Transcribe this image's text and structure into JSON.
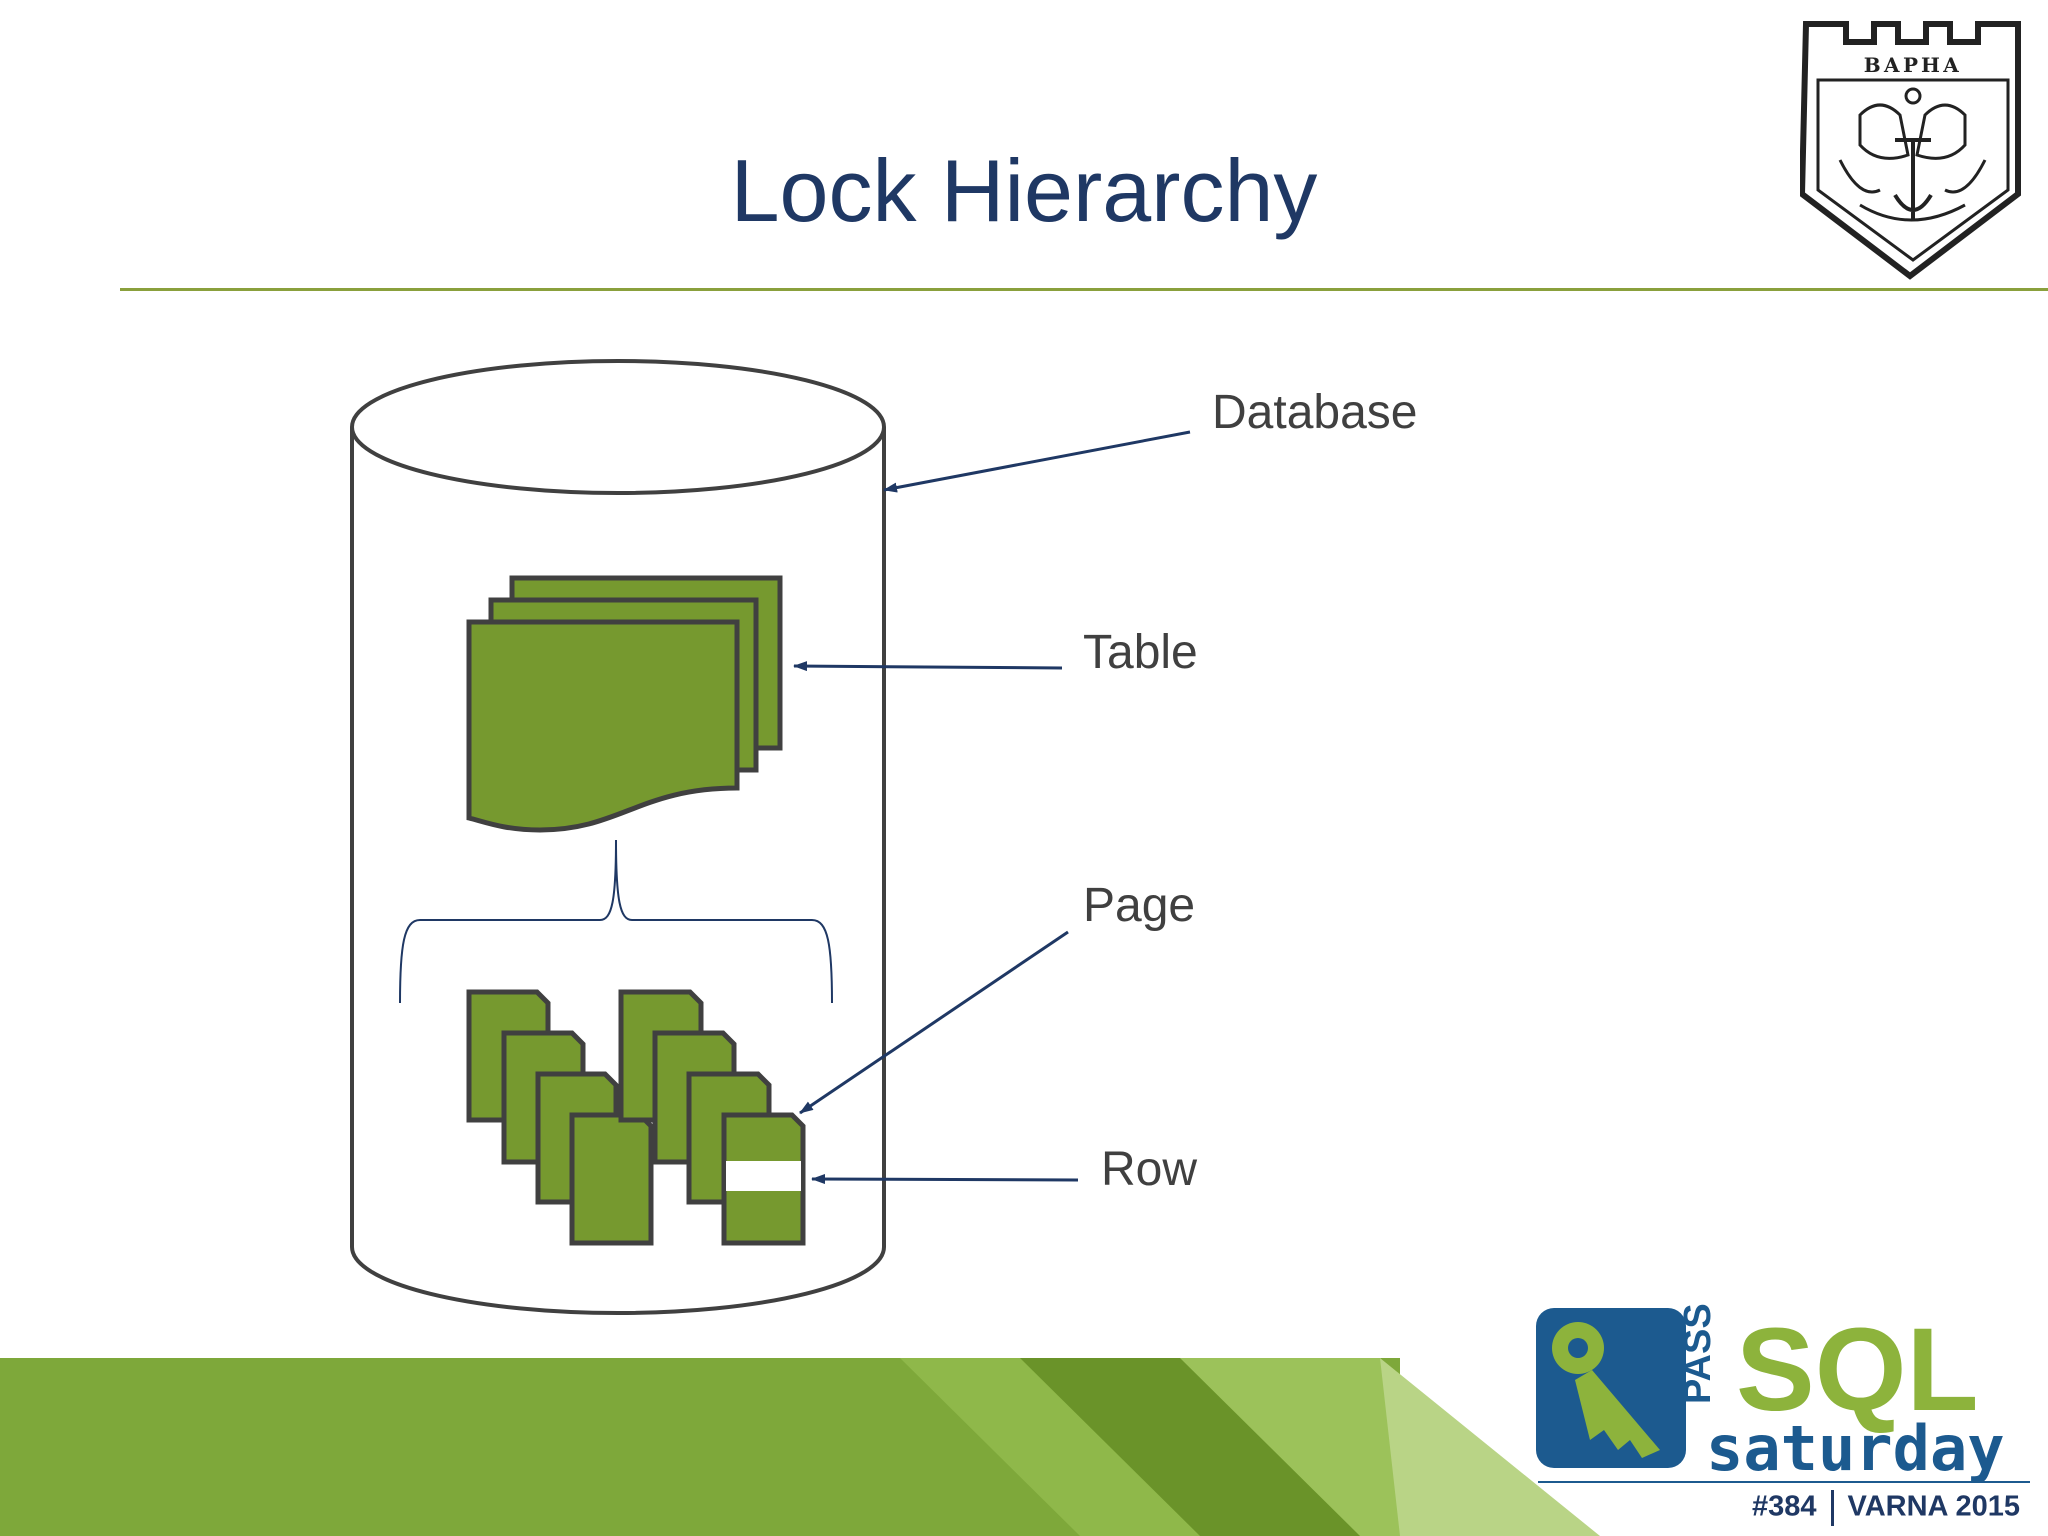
{
  "slide": {
    "title": "Lock Hierarchy"
  },
  "labels": {
    "database": "Database",
    "table": "Table",
    "page": "Page",
    "row": "Row"
  },
  "logos": {
    "crest_text": "ВАРНА",
    "sqlsat_pass": "PASS",
    "sqlsat_sql": "SQL",
    "sqlsat_saturday": "saturday",
    "event_number": "#384",
    "event_place": "VARNA 2015"
  },
  "colors": {
    "title": "#1f3864",
    "green": "#76992f",
    "arrow": "#1f3864",
    "stroke": "#404040",
    "rule": "#8aa03c"
  }
}
